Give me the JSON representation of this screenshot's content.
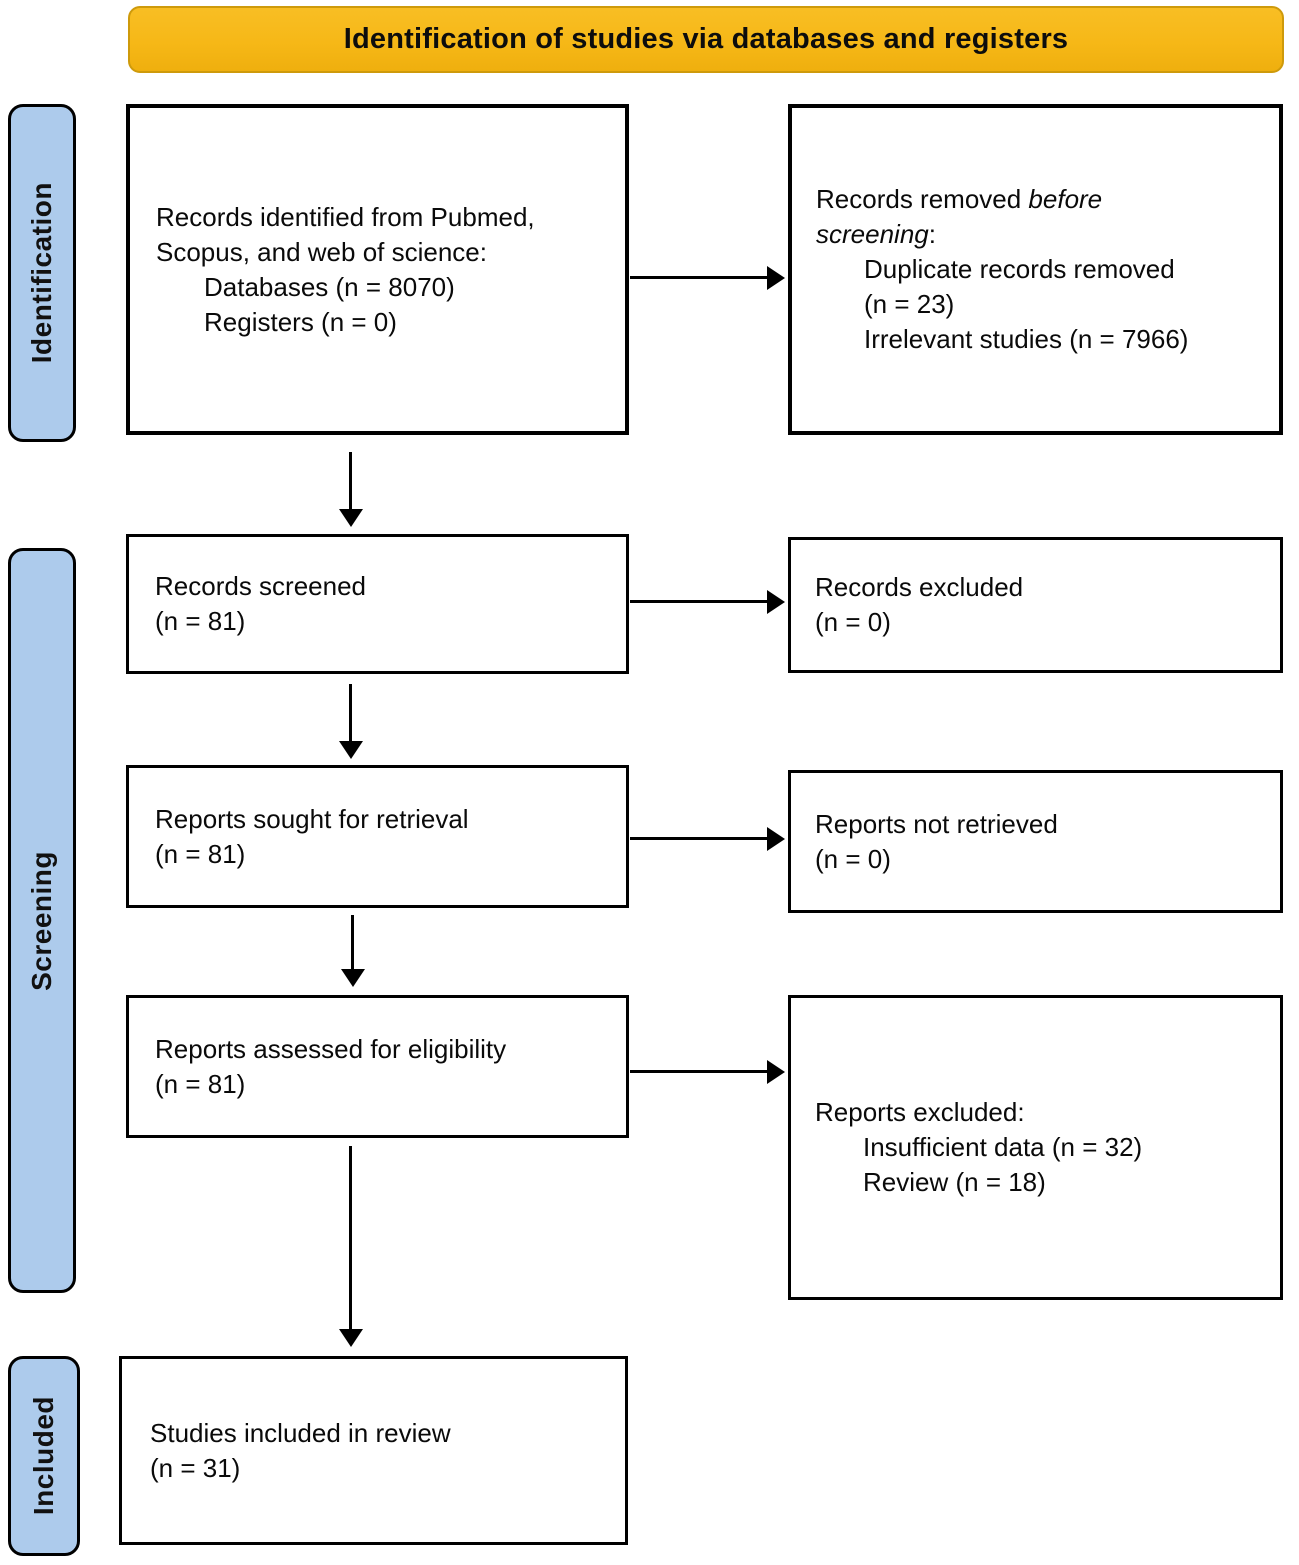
{
  "banner": {
    "title": "Identification of studies via databases and registers"
  },
  "stages": {
    "identification": "Identification",
    "screening": "Screening",
    "included": "Included"
  },
  "boxes": {
    "identified": {
      "line1": "Records identified from Pubmed,",
      "line2": "Scopus, and web of science:",
      "item1": "Databases (n = 8070)",
      "item2": "Registers (n = 0)"
    },
    "removed": {
      "line1_text": "Records removed ",
      "line1_italic": "before",
      "line2_italic": "screening",
      "line2_text": ":",
      "item1_line1": "Duplicate records removed",
      "item1_line2": "(n = 23)",
      "item2": "Irrelevant studies (n = 7966)"
    },
    "screened": {
      "line1": "Records screened",
      "line2": "(n = 81)"
    },
    "records_excluded": {
      "line1": "Records excluded",
      "line2": "(n = 0)"
    },
    "sought": {
      "line1": "Reports sought for retrieval",
      "line2": "(n = 81)"
    },
    "not_retrieved": {
      "line1": "Reports not retrieved",
      "line2": "(n = 0)"
    },
    "assessed": {
      "line1": "Reports assessed for eligibility",
      "line2": "(n = 81)"
    },
    "reports_excluded": {
      "line1": "Reports excluded:",
      "item1": "Insufficient data (n = 32)",
      "item2": "Review (n = 18)"
    },
    "included_studies": {
      "line1": "Studies included in review",
      "line2": "(n = 31)"
    }
  },
  "colors": {
    "banner_bg": "#F6B817",
    "banner_border": "#CE9A0B",
    "stage_bg": "#ADCBEC",
    "box_border": "#000000"
  }
}
